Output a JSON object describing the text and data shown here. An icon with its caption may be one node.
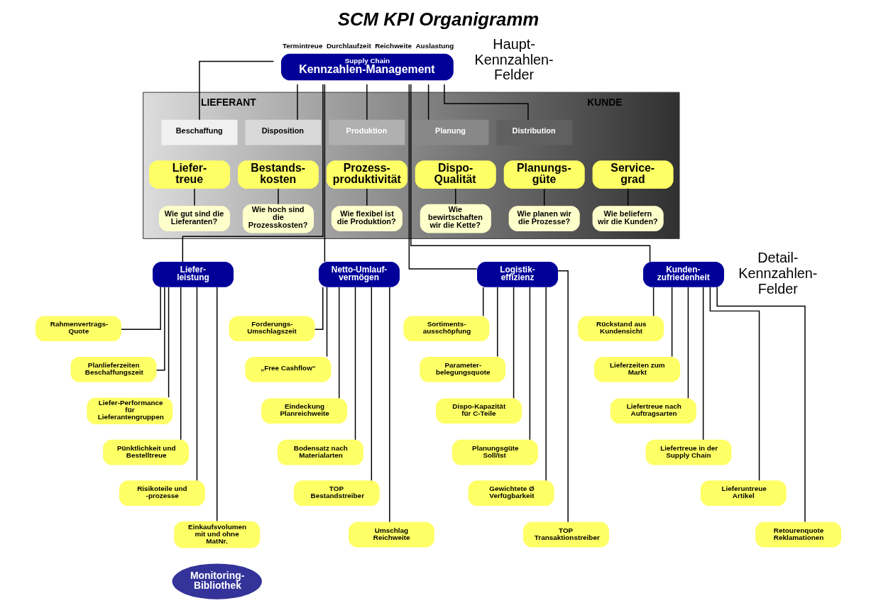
{
  "diagram": {
    "title": "SCM KPI Organigramm",
    "nodes": [
      {
        "text": [
          "Supply Chain",
          "Kennzahlen-Management"
        ],
        "beside": [
          "Termintreue",
          "Durchlaufzeit",
          "Reichweite",
          "Auslastung"
        ]
      },
      {
        "text": [
          "LIEFERANT",
          "KUNDE"
        ]
      },
      {
        "text": [
          "Beschaffung"
        ],
        "in": 1
      },
      {
        "text": [
          "Disposition"
        ],
        "in": 1
      },
      {
        "text": [
          "Produktion"
        ],
        "in": 1
      },
      {
        "text": [
          "Planung"
        ],
        "in": 1
      },
      {
        "text": [
          "Distribution"
        ],
        "in": 1
      },
      {
        "text": [
          "Liefer- treue"
        ],
        "in": 1
      },
      {
        "text": [
          "Bestands- kosten"
        ],
        "in": 1
      },
      {
        "text": [
          "Prozess- produktivität"
        ],
        "in": 1
      },
      {
        "text": [
          "Dispo- Qualität"
        ],
        "in": 1
      },
      {
        "text": [
          "Planungs- güte"
        ],
        "in": 1
      },
      {
        "text": [
          "Service- grad"
        ],
        "in": 1
      },
      {
        "text": [
          "Wie gut sind die Lieferanten?"
        ],
        "in": 1
      },
      {
        "text": [
          "Wie hoch sind die Prozesskosten?"
        ],
        "in": 1
      },
      {
        "text": [
          "Wie flexibel ist die Produktion?"
        ],
        "in": 1
      },
      {
        "text": [
          "Wie bewirtschaften wir die Kette?"
        ],
        "in": 1
      },
      {
        "text": [
          "Wie planen wir die Prozesse?"
        ],
        "in": 1
      },
      {
        "text": [
          "Wie beliefern wir die Kunden?"
        ],
        "in": 1
      },
      {
        "text": [
          "Liefer- leistung"
        ]
      },
      {
        "text": [
          "Netto-Umlauf- vermögen"
        ]
      },
      {
        "text": [
          "Logistik- effizienz"
        ]
      },
      {
        "text": [
          "Kunden- zufriedenheit"
        ]
      },
      {
        "text": [
          "Rahmenvertrags- Quote"
        ]
      },
      {
        "text": [
          "Planlieferzeiten Beschaffungszeit"
        ]
      },
      {
        "text": [
          "Liefer-Performance für Lieferantengruppen"
        ]
      },
      {
        "text": [
          "Pünktlichkeit und Bestelltreue"
        ]
      },
      {
        "text": [
          "Risikoteile und -prozesse"
        ]
      },
      {
        "text": [
          "Einkaufsvolumen mit und ohne MatNr."
        ]
      },
      {
        "text": [
          "Forderungs- Umschlagszeit"
        ]
      },
      {
        "text": [
          "„Free Cashflow“"
        ]
      },
      {
        "text": [
          "Eindeckung Planreichweite"
        ]
      },
      {
        "text": [
          "Bodensatz nach Materialarten"
        ]
      },
      {
        "text": [
          "TOP Bestandstreiber"
        ]
      },
      {
        "text": [
          "Umschlag Reichweite"
        ]
      },
      {
        "text": [
          "Sortiments- ausschöpfung"
        ]
      },
      {
        "text": [
          "Parameter- belegungsquote"
        ]
      },
      {
        "text": [
          "Dispo-Kapazität für C-Teile"
        ]
      },
      {
        "text": [
          "Planungsgüte Soll/Ist"
        ]
      },
      {
        "text": [
          "Gewichtete Ø Verfügbarkeit"
        ]
      },
      {
        "text": [
          "TOP Transaktionstreiber"
        ]
      },
      {
        "text": [
          "Rückstand aus Kundensicht"
        ]
      },
      {
        "text": [
          "Lieferzeiten zum Markt"
        ]
      },
      {
        "text": [
          "Liefertreue nach Auftragsarten"
        ]
      },
      {
        "text": [
          "Liefertreue in der Supply Chain"
        ]
      },
      {
        "text": [
          "Lieferuntreue Artikel"
        ]
      },
      {
        "text": [
          "Retourenquote Reklamationen"
        ]
      },
      {
        "text": [
          "Monitoring- Bibliothek"
        ]
      }
    ],
    "edges": [
      {
        "from": 0,
        "to": 2,
        "arrow": "none"
      },
      {
        "from": 0,
        "to": 3,
        "arrow": "none"
      },
      {
        "from": 0,
        "to": 4,
        "arrow": "none"
      },
      {
        "from": 0,
        "to": 5,
        "arrow": "none"
      },
      {
        "from": 0,
        "to": 6,
        "arrow": "none"
      },
      {
        "from": 7,
        "to": 13,
        "arrow": "none"
      },
      {
        "from": 8,
        "to": 14,
        "arrow": "none"
      },
      {
        "from": 9,
        "to": 15,
        "arrow": "none"
      },
      {
        "from": 10,
        "to": 16,
        "arrow": "none"
      },
      {
        "from": 11,
        "to": 17,
        "arrow": "none"
      },
      {
        "from": 12,
        "to": 18,
        "arrow": "none"
      },
      {
        "from": 0,
        "to": 19,
        "arrow": "none"
      },
      {
        "from": 0,
        "to": 20,
        "arrow": "none"
      },
      {
        "from": 0,
        "to": 21,
        "arrow": "none"
      },
      {
        "from": 0,
        "to": 22,
        "arrow": "none"
      },
      {
        "from": 19,
        "to": 23,
        "arrow": "none"
      },
      {
        "from": 19,
        "to": 24,
        "arrow": "none"
      },
      {
        "from": 19,
        "to": 25,
        "arrow": "none"
      },
      {
        "from": 19,
        "to": 26,
        "arrow": "none"
      },
      {
        "from": 19,
        "to": 27,
        "arrow": "none"
      },
      {
        "from": 19,
        "to": 28,
        "arrow": "none"
      },
      {
        "from": 20,
        "to": 29,
        "arrow": "none"
      },
      {
        "from": 20,
        "to": 30,
        "arrow": "none"
      },
      {
        "from": 20,
        "to": 31,
        "arrow": "none"
      },
      {
        "from": 20,
        "to": 32,
        "arrow": "none"
      },
      {
        "from": 20,
        "to": 33,
        "arrow": "none"
      },
      {
        "from": 20,
        "to": 34,
        "arrow": "none"
      },
      {
        "from": 21,
        "to": 35,
        "arrow": "none"
      },
      {
        "from": 21,
        "to": 36,
        "arrow": "none"
      },
      {
        "from": 21,
        "to": 37,
        "arrow": "none"
      },
      {
        "from": 21,
        "to": 38,
        "arrow": "none"
      },
      {
        "from": 21,
        "to": 39,
        "arrow": "none"
      },
      {
        "from": 21,
        "to": 40,
        "arrow": "none"
      },
      {
        "from": 22,
        "to": 41,
        "arrow": "none"
      },
      {
        "from": 22,
        "to": 42,
        "arrow": "none"
      },
      {
        "from": 22,
        "to": 43,
        "arrow": "none"
      },
      {
        "from": 22,
        "to": 44,
        "arrow": "none"
      },
      {
        "from": 22,
        "to": 45,
        "arrow": "none"
      },
      {
        "from": 22,
        "to": 46,
        "arrow": "none"
      }
    ],
    "labels": [
      "Haupt- Kennzahlen- Felder",
      "Detail- Kennzahlen- Felder"
    ]
  }
}
